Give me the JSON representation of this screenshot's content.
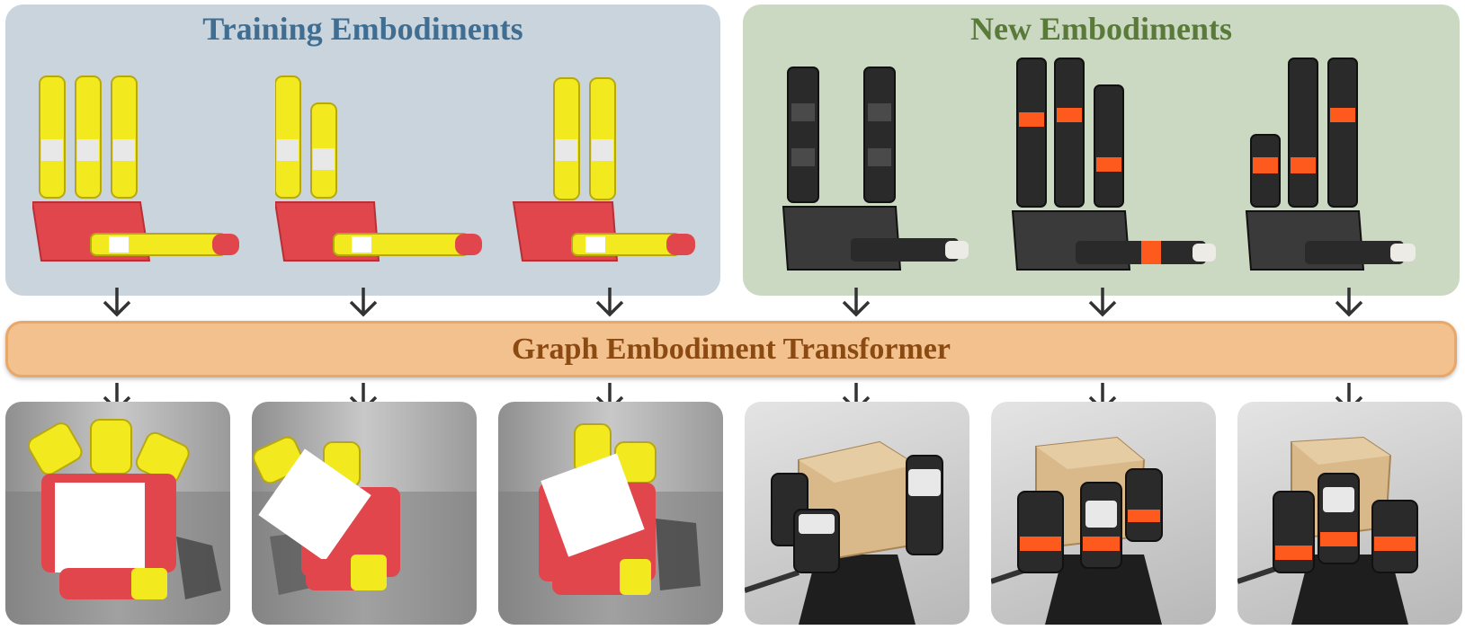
{
  "training": {
    "title": "Training Embodiments"
  },
  "new": {
    "title": "New Embodiments"
  },
  "transformer": {
    "label": "Graph Embodiment Transformer"
  },
  "colors": {
    "training_panel": "#c9d4dd",
    "new_panel": "#cbd9c2",
    "transformer_fill": "#f3c18d",
    "sim_palm": "#e0464c",
    "sim_finger": "#f2ea1e",
    "real_body": "#2a2a2a",
    "real_accent": "#ff5a1e",
    "cube_sim": "#ffffff",
    "cube_real": "#d9b98a"
  },
  "hands": [
    {
      "group": "training",
      "fingers": 3,
      "name": "sim-hand-3-finger"
    },
    {
      "group": "training",
      "fingers": 2,
      "name": "sim-hand-2-finger-left"
    },
    {
      "group": "training",
      "fingers": 2,
      "name": "sim-hand-2-finger-right"
    },
    {
      "group": "new",
      "fingers": 2,
      "name": "real-hand-2-finger"
    },
    {
      "group": "new",
      "fingers": 3,
      "name": "real-hand-3-finger"
    },
    {
      "group": "new",
      "fingers": 3,
      "name": "real-hand-3-finger-alt"
    }
  ]
}
